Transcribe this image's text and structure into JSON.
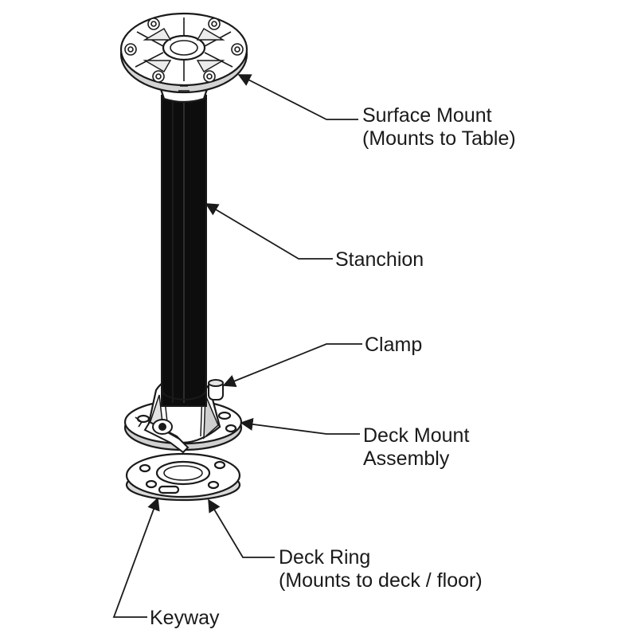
{
  "labels": {
    "surface_mount": {
      "line1": "Surface Mount",
      "line2": "(Mounts to Table)"
    },
    "stanchion": {
      "line1": "Stanchion"
    },
    "clamp": {
      "line1": "Clamp"
    },
    "deck_mount": {
      "line1": "Deck Mount",
      "line2": "Assembly"
    },
    "deck_ring": {
      "line1": "Deck Ring",
      "line2": "(Mounts to deck / floor)"
    },
    "keyway": {
      "line1": "Keyway"
    }
  },
  "colors": {
    "ink": "#1a1a1a",
    "stanchion_fill": "#0d0d0d",
    "part_fill": "#ffffff",
    "shade": "#bdbdbd"
  }
}
